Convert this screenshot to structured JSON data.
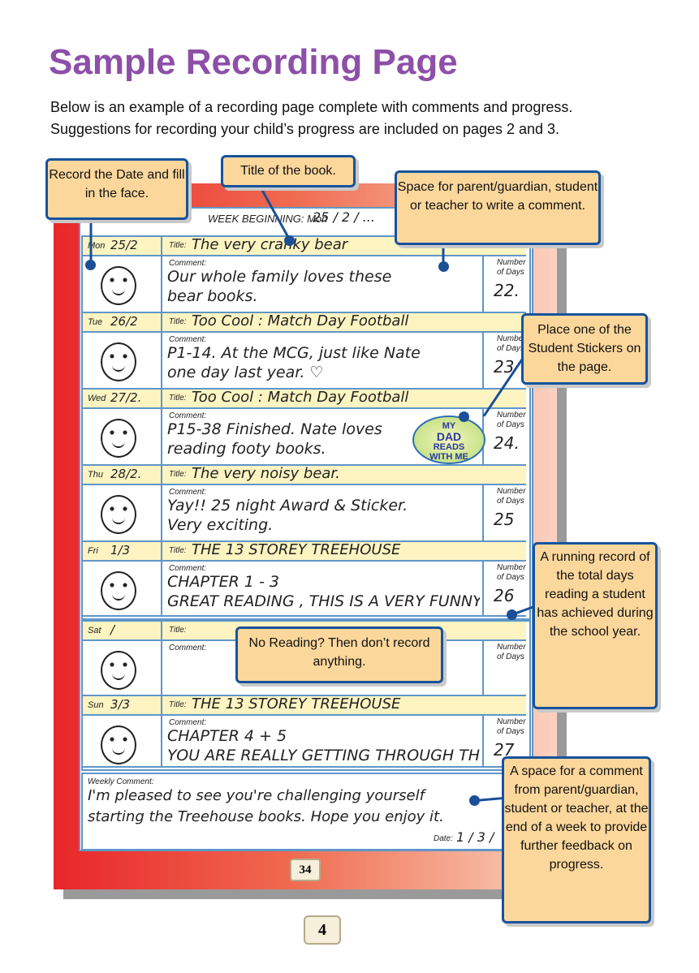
{
  "page": {
    "title": "Sample Recording Page",
    "intro_line1": "Below is an example of a recording page complete with comments and progress.",
    "intro_line2": "Suggestions for recording your child’s progress are included on pages 2 and 3.",
    "page_number": "4",
    "inner_page_number": "34"
  },
  "sheet": {
    "week_label": "WEEK BEGINNING: Mon",
    "week_value": "25 / 2 / ...",
    "title_label": "Title:",
    "comment_label": "Comment:",
    "days_label_1": "Number",
    "days_label_2": "of Days",
    "weekly_label": "Weekly Comment:",
    "date_label": "Date:",
    "days": [
      {
        "day": "Mon",
        "date": "25/2",
        "title": "The very cranky bear",
        "c1": "Our whole family loves these",
        "c2": "bear books.",
        "n": "22."
      },
      {
        "day": "Tue",
        "date": "26/2",
        "title": "Too Cool : Match Day Football",
        "c1": "P1-14. At the MCG, just like Nate",
        "c2": "one day last year. ♡",
        "n": "23"
      },
      {
        "day": "Wed",
        "date": "27/2.",
        "title": "Too Cool : Match Day Football",
        "c1": "P15-38 Finished. Nate loves",
        "c2": "reading footy books.",
        "n": "24."
      },
      {
        "day": "Thu",
        "date": "28/2.",
        "title": "The very noisy bear.",
        "c1": "Yay!!  25 night Award & Sticker.",
        "c2": "Very exciting.",
        "n": "25"
      },
      {
        "day": "Fri",
        "date": "1/3",
        "title": "THE 13 STOREY TREEHOUSE",
        "c1": "CHAPTER 1 - 3",
        "c2": "GREAT READING , THIS IS A VERY FUNNY BOOK",
        "n": "26"
      },
      {
        "day": "Sat",
        "date": "/",
        "title": "",
        "c1": "",
        "c2": "",
        "n": ""
      },
      {
        "day": "Sun",
        "date": "3/3",
        "title": "THE 13 STOREY TREEHOUSE",
        "c1": "CHAPTER 4 + 5",
        "c2": "YOU ARE REALLY GETTING THROUGH THIS BOOK IN NO TIME AT ALL .",
        "n": "27"
      }
    ],
    "weekly_comment_1": "I'm pleased to see you're challenging yourself",
    "weekly_comment_2": "starting the Treehouse books. Hope you enjoy it.",
    "weekly_date": "1 / 3 /"
  },
  "sticker": {
    "line1": "MY",
    "line2": "DAD",
    "line3": "READS",
    "line4": "WITH ME"
  },
  "callouts": {
    "record_date": "Record the Date and fill in the face.",
    "book_title": "Title of the book.",
    "comment_space": "Space for parent/guardian, student or teacher to write a comment.",
    "sticker": "Place one of the Student Stickers on the page.",
    "running_record": "A running record of the total days reading a student has achieved during the school year.",
    "no_reading": "No Reading? Then don’t record anything.",
    "weekly_comment": "A space for a comment from parent/guardian, student or teacher, at the end of a week to provide further feedback on progress."
  },
  "colors": {
    "title": "#8d4fa8",
    "callout_bg": "#fcd79c",
    "callout_border": "#17539c",
    "book_red": "#e8262a"
  }
}
